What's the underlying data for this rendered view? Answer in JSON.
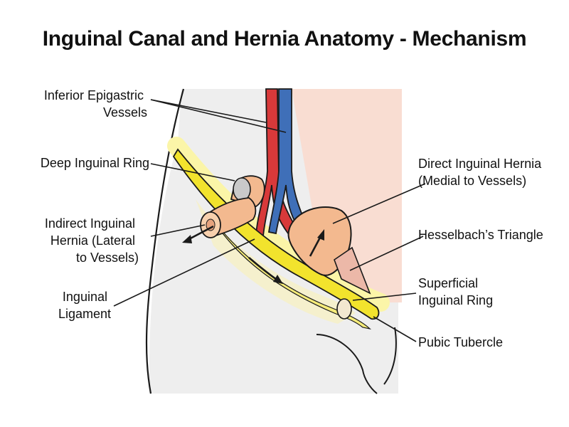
{
  "title": "Inguinal Canal and Hernia Anatomy - Mechanism",
  "labels": {
    "inferior_epigastric": [
      "Inferior Epigastric",
      "Vessels"
    ],
    "deep_ring": [
      "Deep Inguinal Ring"
    ],
    "indirect_hernia": [
      "Indirect Inguinal",
      "Hernia (Lateral",
      "to Vessels)"
    ],
    "inguinal_ligament": [
      "Inguinal",
      "Ligament"
    ],
    "direct_hernia": [
      "Direct Inguinal Hernia",
      "(Medial to Vessels)"
    ],
    "hesselbach": [
      "Hesselbach’s Triangle"
    ],
    "superficial_ring": [
      "Superficial",
      "Inguinal Ring"
    ],
    "pubic_tubercle": [
      "Pubic Tubercle"
    ]
  },
  "colors": {
    "background_panel": "#eeeeee",
    "medial_panel": "#f9ddd2",
    "artery": "#d8393a",
    "vein": "#3f6fb8",
    "hernia_sac": "#f3b98f",
    "ligament": "#f2e32d",
    "ligament_glow": "#fbf5a8",
    "outline": "#1a1a1a"
  }
}
